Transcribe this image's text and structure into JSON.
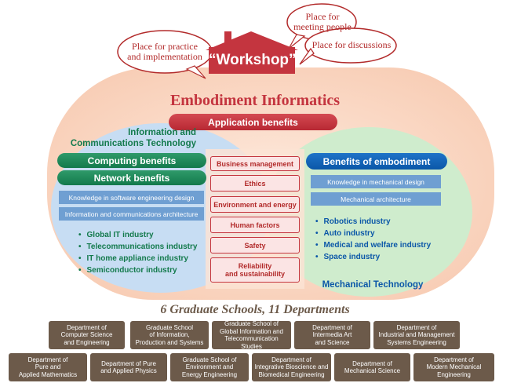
{
  "bubbles": {
    "practice": "Place for practice\nand implementation",
    "meeting": "Place for\nmeeting people",
    "discussions": "Place for discussions"
  },
  "workshop": "“Workshop”",
  "title": "Embodiment Informatics",
  "application_benefits": "Application benefits",
  "ict": {
    "heading": "Information and\nCommunications Technology",
    "computing": "Computing benefits",
    "network": "Network benefits",
    "boxes": [
      "Knowledge in software engineering design",
      "Information and communications architecture"
    ],
    "industries": [
      "Global IT industry",
      "Telecommunications industry",
      "IT home appliance industry",
      "Semiconductor industry"
    ]
  },
  "center": [
    "Business management",
    "Ethics",
    "Environment and energy",
    "Human factors",
    "Safety",
    "Reliability\nand sustainability"
  ],
  "mech": {
    "heading": "Mechanical Technology",
    "benefits": "Benefits of embodiment",
    "boxes": [
      "Knowledge in mechanical design",
      "Mechanical architecture"
    ],
    "industries": [
      "Robotics industry",
      "Auto industry",
      "Medical and welfare industry",
      "Space industry"
    ]
  },
  "schools_title": "6 Graduate Schools, 11 Departments",
  "departments_row1": [
    "Department of\nComputer Science\nand Engineering",
    "Graduate School\nof Information,\nProduction and Systems",
    "Graduate School of\nGlobal Information and\nTelecommunication Studies",
    "Department of\nIntermedia Art\nand Science",
    "Department of\nIndustrial and Management\nSystems Engineering"
  ],
  "departments_row2": [
    "Department of\nPure and\nApplied Mathematics",
    "Department of Pure\nand Applied Physics",
    "Graduate School of\nEnvironment and\nEnergy Engineering",
    "Department of\nIntegrative Bioscience and\nBiomedical Engineering",
    "Department of\nMechanical Science",
    "Department of\nModern Mechanical\nEngineering"
  ],
  "colors": {
    "red": "#c4353f",
    "green": "#137a4c",
    "blue": "#0b57a8",
    "brown": "#6c5a4a",
    "peach": "#fbd9c6",
    "light_green": "#cdeccc",
    "light_blue": "#c6dcf2"
  }
}
